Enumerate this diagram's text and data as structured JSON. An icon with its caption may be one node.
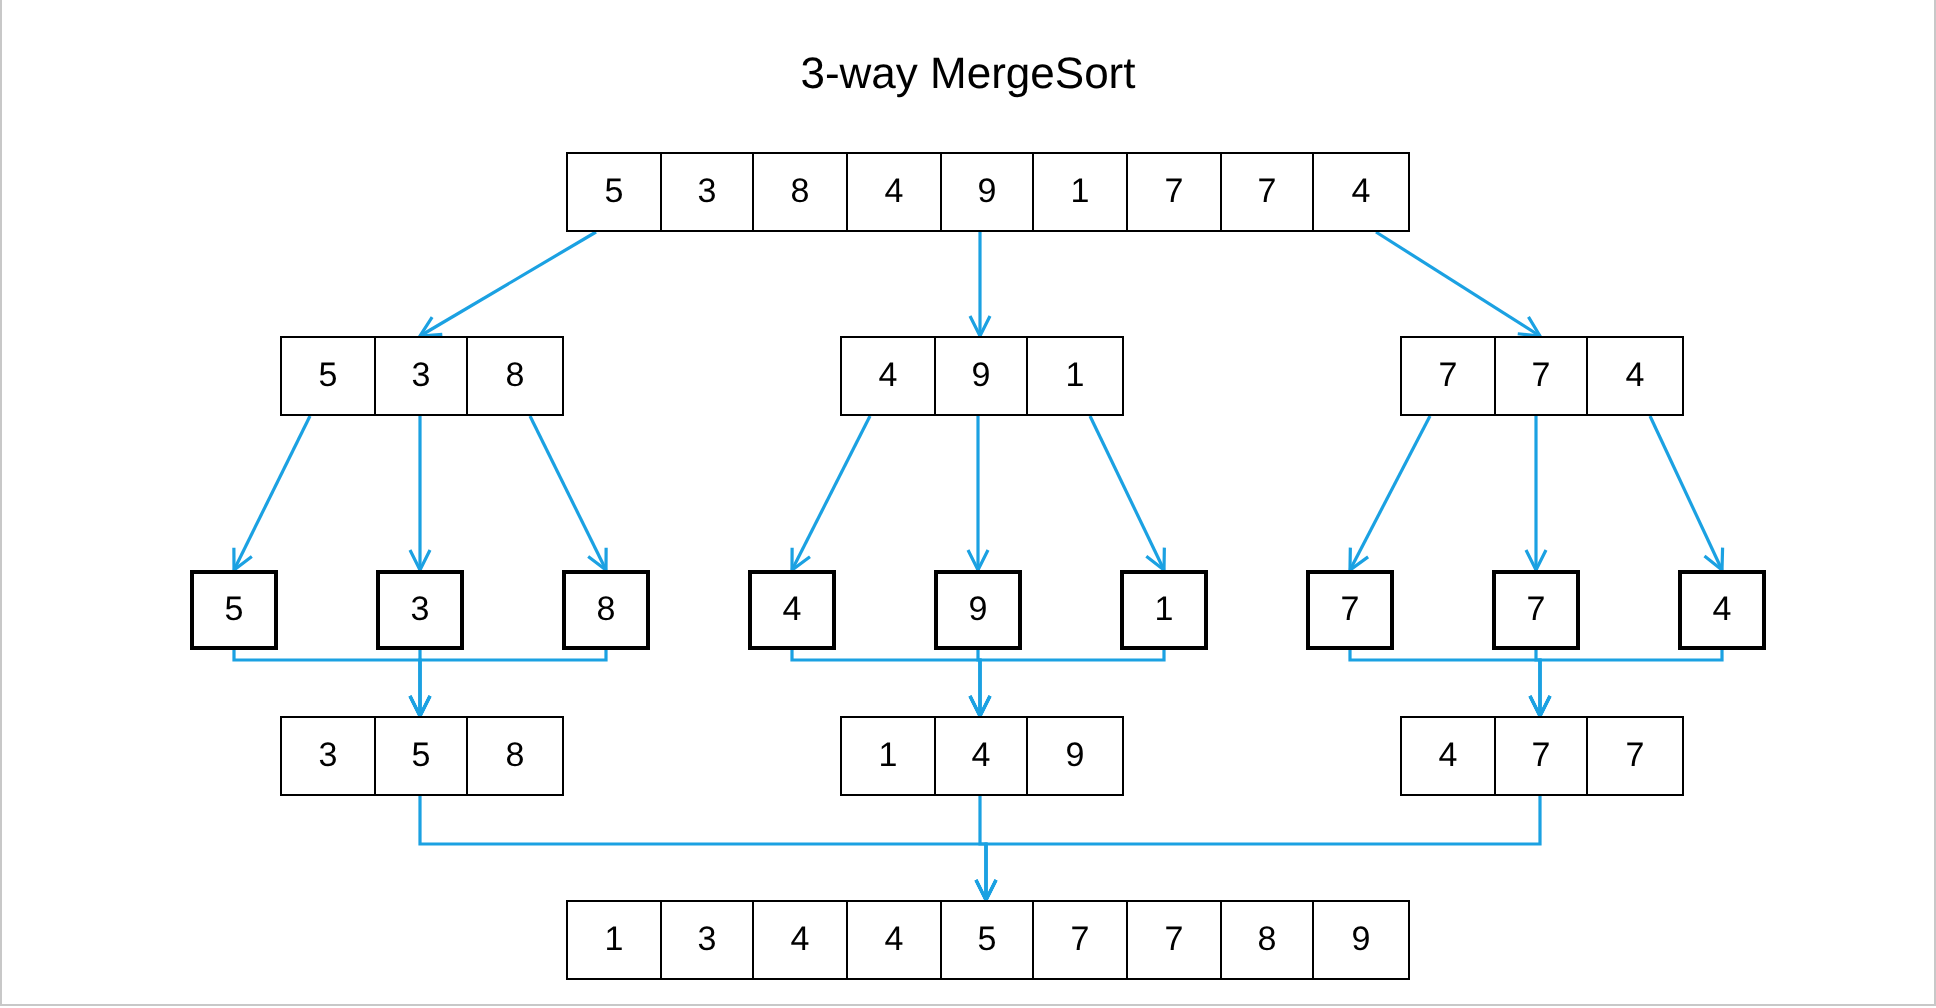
{
  "diagram": {
    "title": "3-way MergeSort",
    "nodes": [
      {
        "text": [],
        "shape": "box"
      },
      {
        "text": [
          "5"
        ],
        "in": 0
      },
      {
        "text": [
          "3"
        ],
        "in": 0
      },
      {
        "text": [
          "8"
        ],
        "in": 0
      },
      {
        "text": [
          "4"
        ],
        "in": 0
      },
      {
        "text": [
          "9"
        ],
        "in": 0
      },
      {
        "text": [
          "1"
        ],
        "in": 0
      },
      {
        "text": [
          "7"
        ],
        "in": 0
      },
      {
        "text": [
          "7"
        ],
        "in": 0
      },
      {
        "text": [
          "4"
        ],
        "in": 0
      },
      {
        "text": [],
        "shape": "box"
      },
      {
        "text": [
          "5"
        ],
        "in": 10
      },
      {
        "text": [
          "3"
        ],
        "in": 10
      },
      {
        "text": [
          "8"
        ],
        "in": 10
      },
      {
        "text": [],
        "shape": "box"
      },
      {
        "text": [
          "4"
        ],
        "in": 14
      },
      {
        "text": [
          "9"
        ],
        "in": 14
      },
      {
        "text": [
          "1"
        ],
        "in": 14
      },
      {
        "text": [],
        "shape": "box"
      },
      {
        "text": [
          "7"
        ],
        "in": 18
      },
      {
        "text": [
          "7"
        ],
        "in": 18
      },
      {
        "text": [
          "4"
        ],
        "in": 18
      },
      {
        "text": [
          "5"
        ]
      },
      {
        "text": [
          "3"
        ]
      },
      {
        "text": [
          "8"
        ]
      },
      {
        "text": [
          "4"
        ]
      },
      {
        "text": [
          "9"
        ]
      },
      {
        "text": [
          "1"
        ]
      },
      {
        "text": [
          "7"
        ]
      },
      {
        "text": [
          "7"
        ]
      },
      {
        "text": [
          "4"
        ]
      },
      {
        "text": [],
        "shape": "box"
      },
      {
        "text": [
          "3"
        ],
        "in": 31
      },
      {
        "text": [
          "5"
        ],
        "in": 31
      },
      {
        "text": [
          "8"
        ],
        "in": 31
      },
      {
        "text": [],
        "shape": "box"
      },
      {
        "text": [
          "1"
        ],
        "in": 35
      },
      {
        "text": [
          "4"
        ],
        "in": 35
      },
      {
        "text": [
          "9"
        ],
        "in": 35
      },
      {
        "text": [],
        "shape": "box"
      },
      {
        "text": [
          "4"
        ],
        "in": 39
      },
      {
        "text": [
          "7"
        ],
        "in": 39
      },
      {
        "text": [
          "7"
        ],
        "in": 39
      },
      {
        "text": [],
        "shape": "box"
      },
      {
        "text": [
          "1"
        ],
        "in": 43
      },
      {
        "text": [
          "3"
        ],
        "in": 43
      },
      {
        "text": [
          "4"
        ],
        "in": 43
      },
      {
        "text": [
          "4"
        ],
        "in": 43
      },
      {
        "text": [
          "5"
        ],
        "in": 43
      },
      {
        "text": [
          "7"
        ],
        "in": 43
      },
      {
        "text": [
          "7"
        ],
        "in": 43
      },
      {
        "text": [
          "8"
        ],
        "in": 43
      },
      {
        "text": [
          "9"
        ],
        "in": 43
      }
    ],
    "edges": [
      {
        "from": 0,
        "to": 10,
        "arrow": "to"
      },
      {
        "from": 0,
        "to": 14,
        "arrow": "to"
      },
      {
        "from": 0,
        "to": 18,
        "arrow": "to"
      },
      {
        "from": 10,
        "to": 22,
        "arrow": "to"
      },
      {
        "from": 10,
        "to": 23,
        "arrow": "to"
      },
      {
        "from": 10,
        "to": 24,
        "arrow": "to"
      },
      {
        "from": 14,
        "to": 25,
        "arrow": "to"
      },
      {
        "from": 14,
        "to": 26,
        "arrow": "to"
      },
      {
        "from": 14,
        "to": 27,
        "arrow": "to"
      },
      {
        "from": 18,
        "to": 28,
        "arrow": "to"
      },
      {
        "from": 18,
        "to": 29,
        "arrow": "to"
      },
      {
        "from": 18,
        "to": 30,
        "arrow": "to"
      },
      {
        "from": 22,
        "to": 31,
        "arrow": "to"
      },
      {
        "from": 23,
        "to": 31,
        "arrow": "to"
      },
      {
        "from": 24,
        "to": 31,
        "arrow": "to"
      },
      {
        "from": 25,
        "to": 35,
        "arrow": "to"
      },
      {
        "from": 26,
        "to": 35,
        "arrow": "to"
      },
      {
        "from": 27,
        "to": 35,
        "arrow": "to"
      },
      {
        "from": 28,
        "to": 39,
        "arrow": "to"
      },
      {
        "from": 29,
        "to": 39,
        "arrow": "to"
      },
      {
        "from": 30,
        "to": 39,
        "arrow": "to"
      },
      {
        "from": 31,
        "to": 43,
        "arrow": "to"
      },
      {
        "from": 35,
        "to": 43,
        "arrow": "to"
      },
      {
        "from": 39,
        "to": 43,
        "arrow": "to"
      }
    ]
  }
}
